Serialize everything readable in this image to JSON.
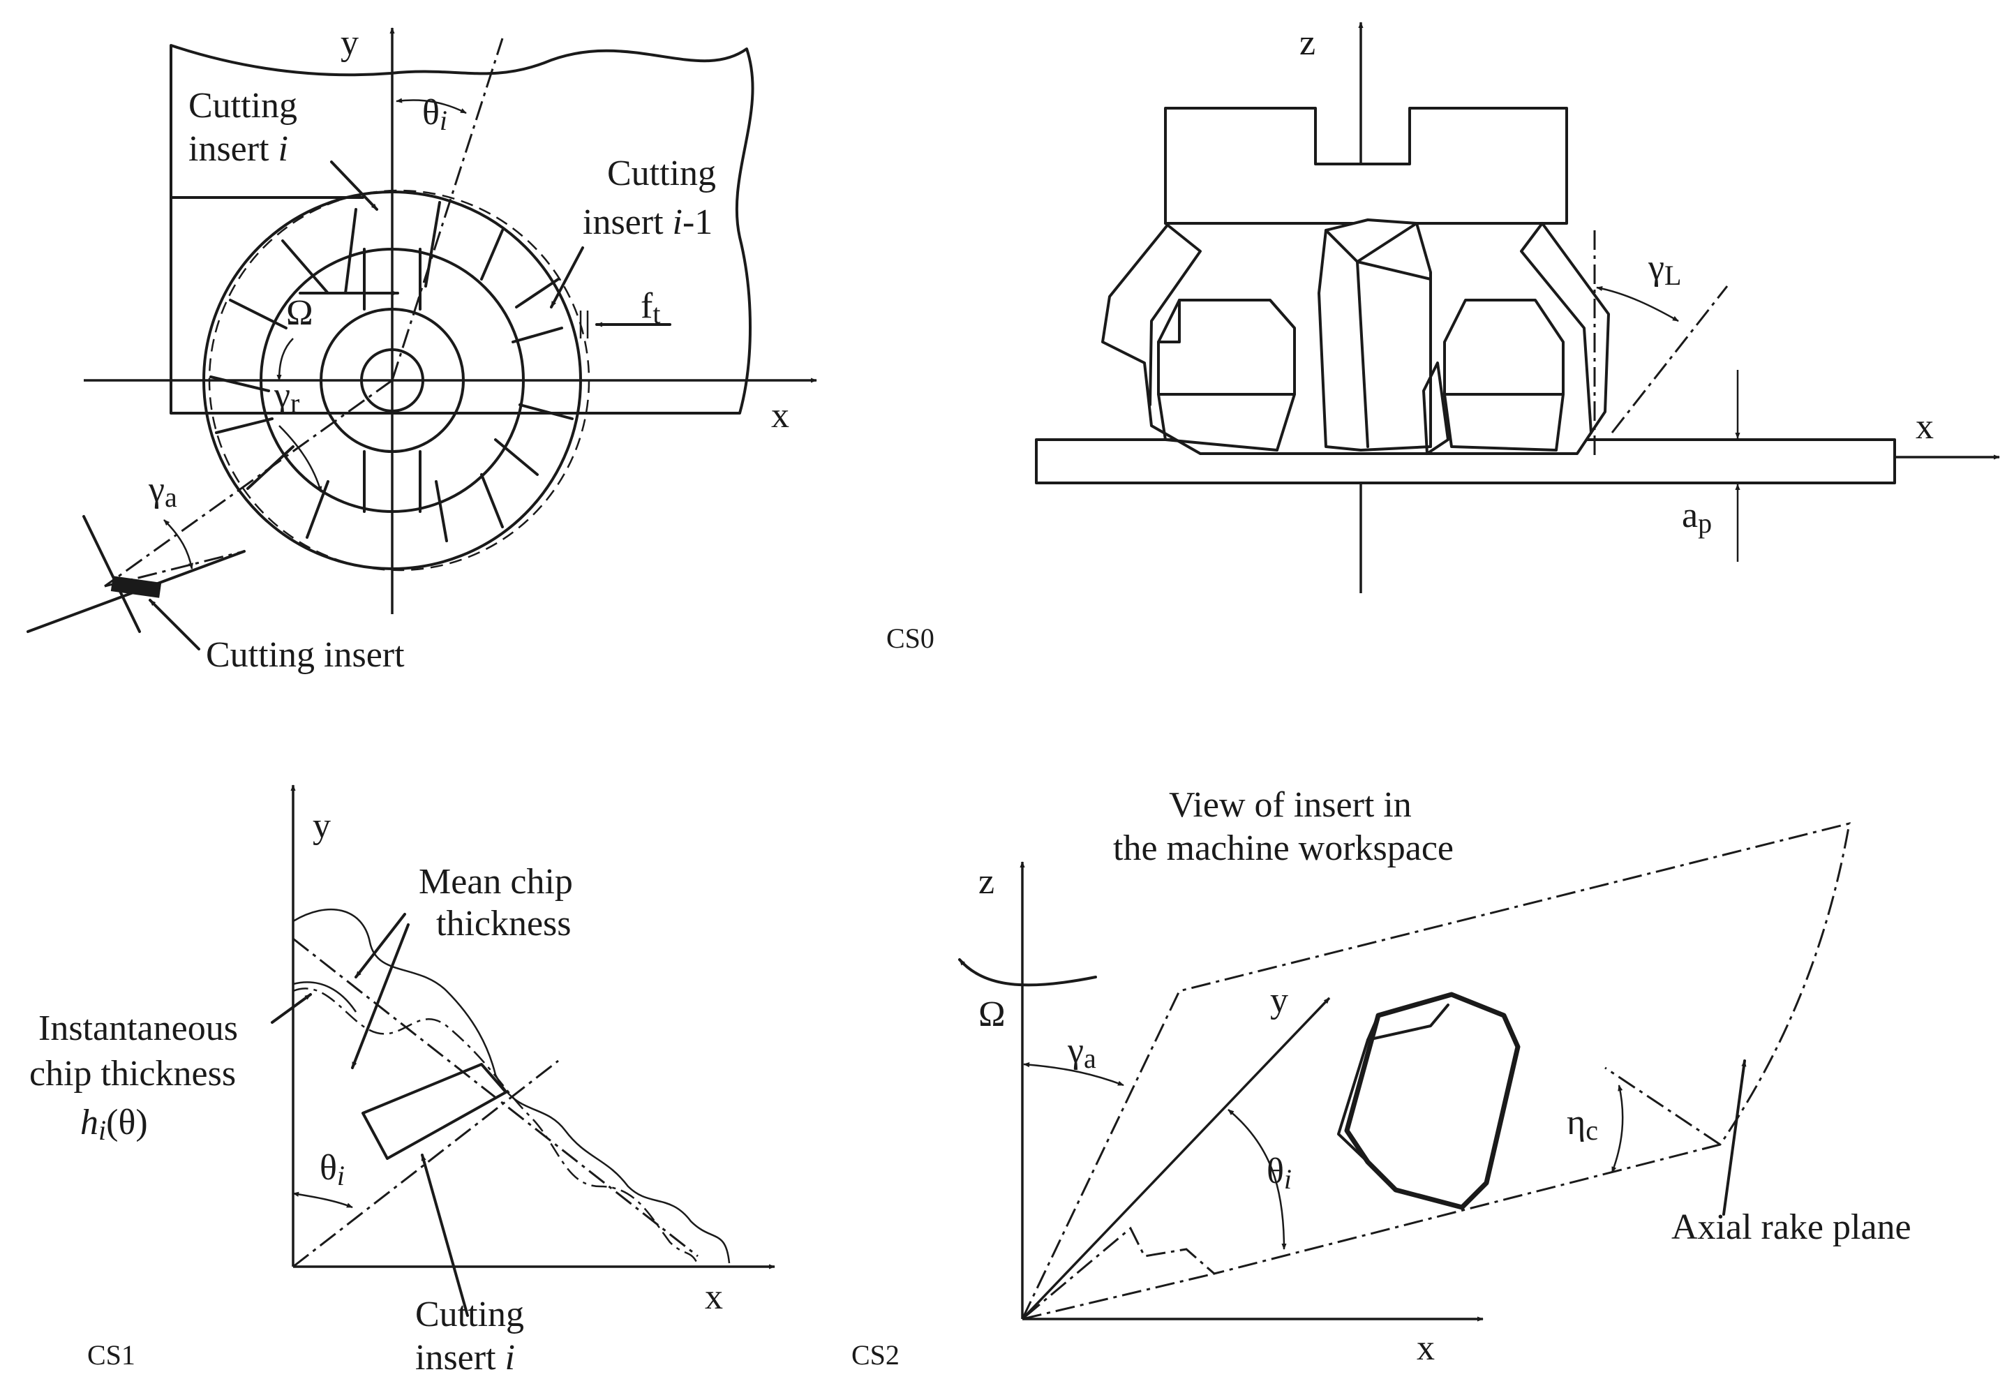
{
  "cs0": {
    "tag": "CS0",
    "insert_i_line1": "Cutting",
    "insert_i_line2": "insert",
    "insert_i_index": "i",
    "insert_prev_line1": "Cutting",
    "insert_prev_line2": "insert",
    "insert_prev_index": "i",
    "insert_prev_suffix": "-1",
    "cutting_insert": "Cutting insert",
    "theta": "θ",
    "theta_sub": "i",
    "omega": "Ω",
    "feed": "f",
    "feed_sub": "t",
    "gamma_r": "γ",
    "gamma_r_sub": "r",
    "gamma_a": "γ",
    "gamma_a_sub": "a",
    "axis_y": "y",
    "axis_x": "x",
    "side_axis_z": "z",
    "side_axis_x": "x",
    "gamma_L": "γ",
    "gamma_L_sub": "L",
    "ap": "a",
    "ap_sub": "p"
  },
  "cs1": {
    "tag": "CS1",
    "axis_y": "y",
    "axis_x": "x",
    "mean_line1": "Mean chip",
    "mean_line2": "thickness",
    "inst_line1": "Instantaneous",
    "inst_line2": "chip  thickness",
    "inst_h": "h",
    "inst_h_sub": "i",
    "inst_h_arg": "(θ)",
    "theta": "θ",
    "theta_sub": "i",
    "insert_line1": "Cutting",
    "insert_line2": "insert",
    "insert_index": "i"
  },
  "cs2": {
    "tag": "CS2",
    "view_line1": "View of insert in",
    "view_line2": "the machine workspace",
    "axis_z": "z",
    "axis_y": "y",
    "axis_x": "x",
    "omega": "Ω",
    "gamma_a": "γ",
    "gamma_a_sub": "a",
    "theta": "θ",
    "theta_sub": "i",
    "eta": "η",
    "eta_sub": "c",
    "axial_plane": "Axial rake plane"
  }
}
